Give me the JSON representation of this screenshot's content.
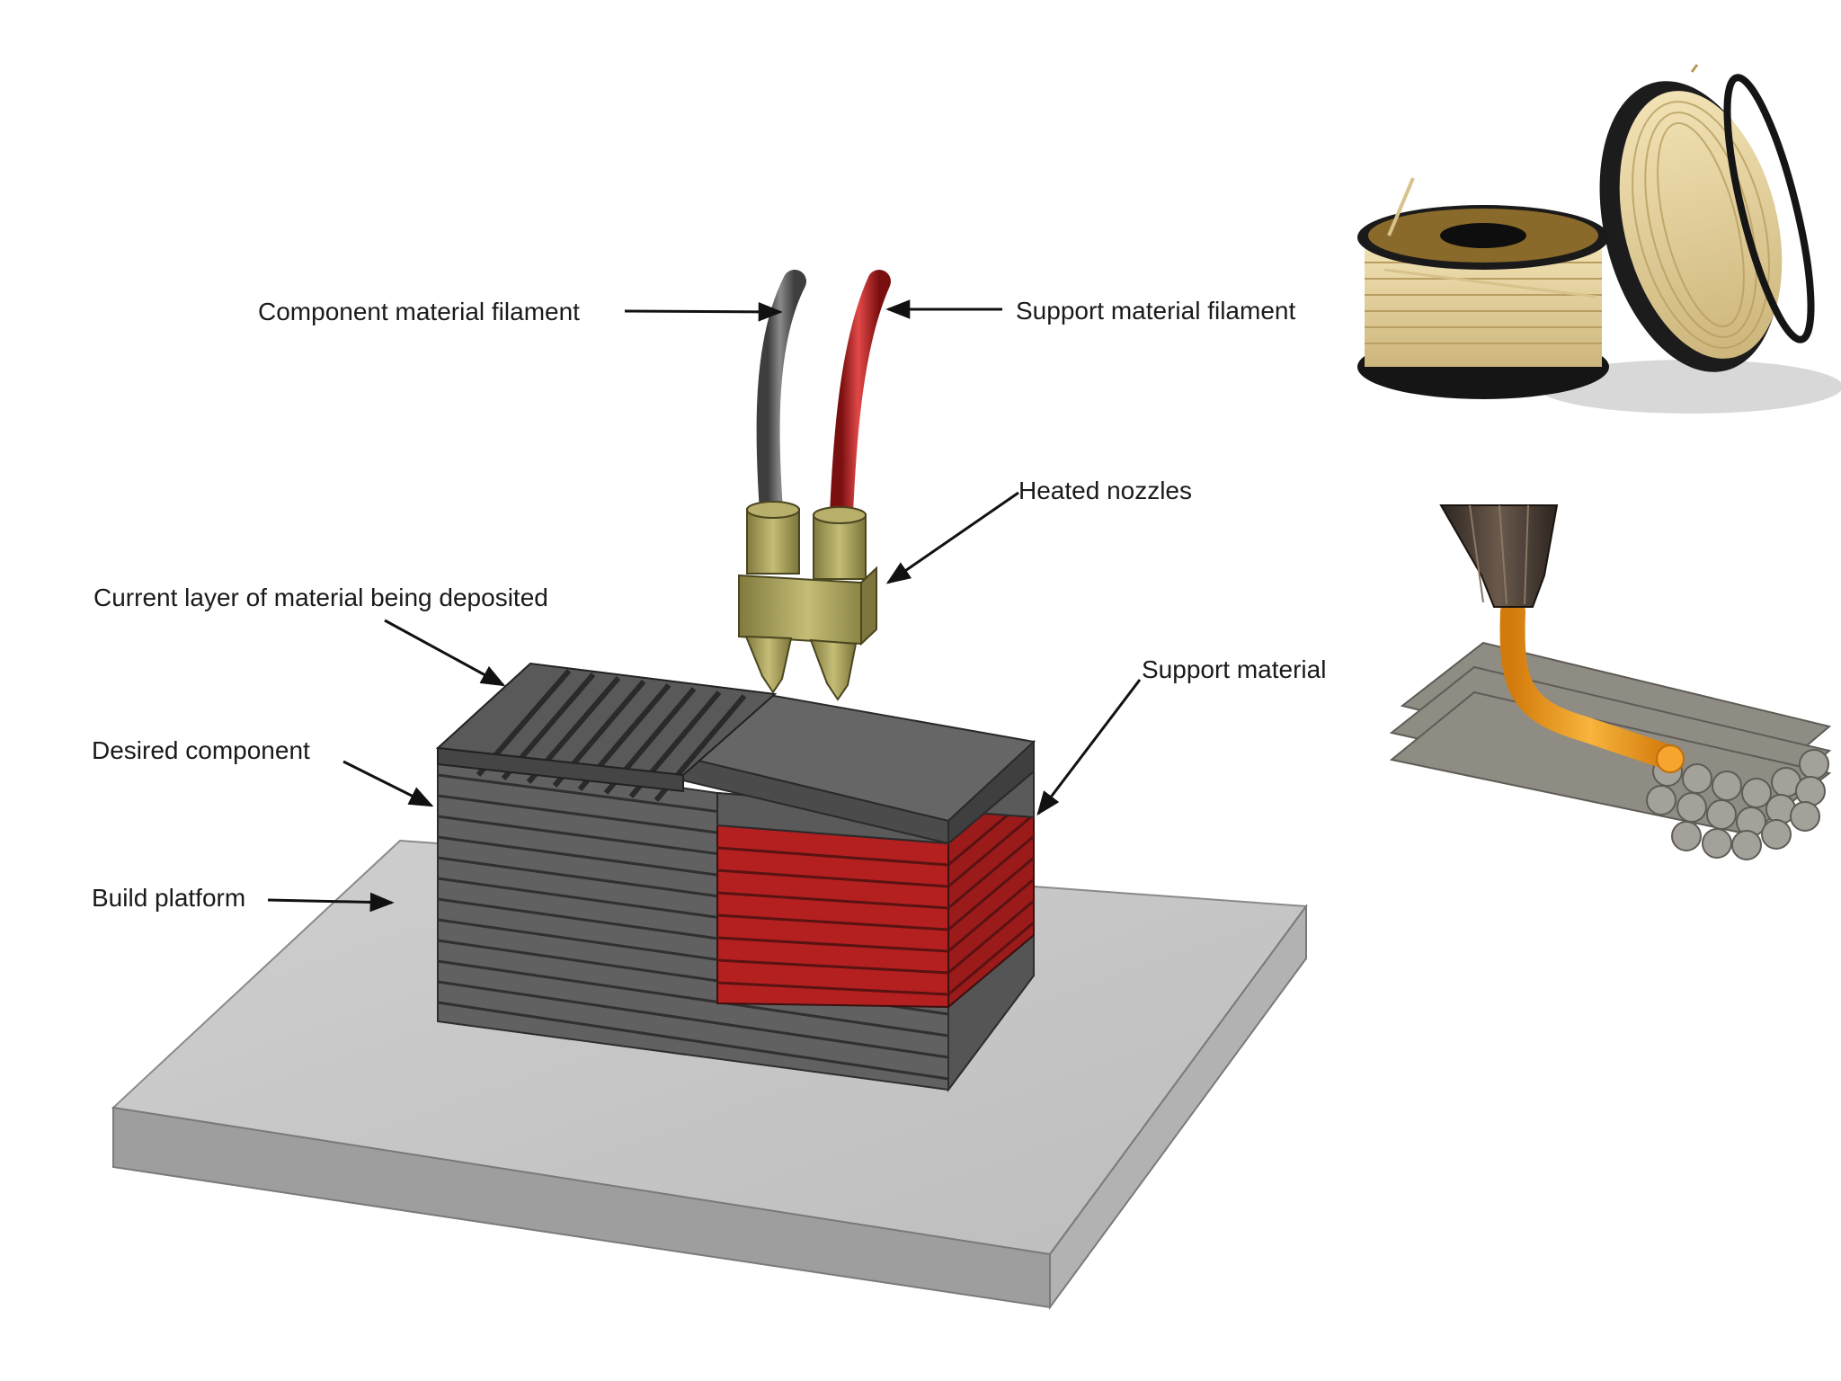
{
  "labels": {
    "component_filament": "Component material filament",
    "support_filament": "Support material filament",
    "heated_nozzles": "Heated nozzles",
    "current_layer": "Current layer of material being deposited",
    "support_material": "Support material",
    "desired_component": "Desired component",
    "build_platform": "Build platform"
  },
  "colors": {
    "component": "#5e5e5e",
    "support": "#b41f1f",
    "platform": "#c4c4c4",
    "nozzle": "#a19a55",
    "filament_spool": "#e9d6a4",
    "extrudate": "#f39a1a",
    "rods": "#8e8c83"
  }
}
